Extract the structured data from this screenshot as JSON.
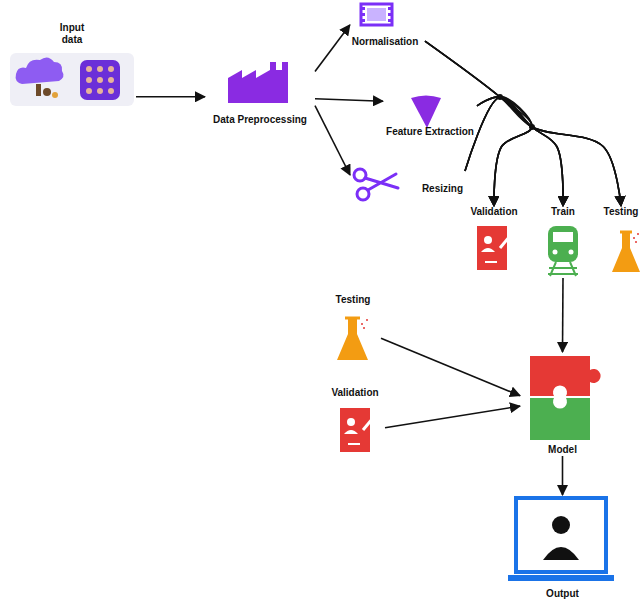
{
  "diagram": {
    "nodes": [
      {
        "text": [
          "Input data"
        ]
      },
      {
        "text": [
          "Data Preprocessing"
        ]
      },
      {
        "text": [
          "Normalisation"
        ]
      },
      {
        "text": [
          "Feature Extraction"
        ]
      },
      {
        "text": [
          "Resizing"
        ]
      },
      {
        "text": [
          "Validation"
        ]
      },
      {
        "text": [
          "Train"
        ]
      },
      {
        "text": [
          "Testing"
        ]
      },
      {
        "text": [
          "Testing"
        ]
      },
      {
        "text": [
          "Validation"
        ]
      },
      {
        "text": [
          "Model"
        ]
      },
      {
        "text": [
          "Output"
        ]
      }
    ],
    "edges": [
      {
        "from": 0,
        "to": 1,
        "arrow": "to"
      },
      {
        "from": 1,
        "to": 2,
        "arrow": "to"
      },
      {
        "from": 1,
        "to": 3,
        "arrow": "to"
      },
      {
        "from": 1,
        "to": 4,
        "arrow": "to"
      },
      {
        "from": 2,
        "to": 5,
        "arrow": "to"
      },
      {
        "from": 2,
        "to": 6,
        "arrow": "to"
      },
      {
        "from": 2,
        "to": 7,
        "arrow": "to"
      },
      {
        "from": 3,
        "to": 5,
        "arrow": "to"
      },
      {
        "from": 3,
        "to": 6,
        "arrow": "to"
      },
      {
        "from": 3,
        "to": 7,
        "arrow": "to"
      },
      {
        "from": 4,
        "to": 5,
        "arrow": "to"
      },
      {
        "from": 4,
        "to": 6,
        "arrow": "to"
      },
      {
        "from": 4,
        "to": 7,
        "arrow": "to"
      },
      {
        "from": 6,
        "to": 10,
        "arrow": "to"
      },
      {
        "from": 8,
        "to": 10,
        "arrow": "to"
      },
      {
        "from": 9,
        "to": 10,
        "arrow": "to"
      },
      {
        "from": 10,
        "to": 11,
        "arrow": "to"
      }
    ]
  }
}
